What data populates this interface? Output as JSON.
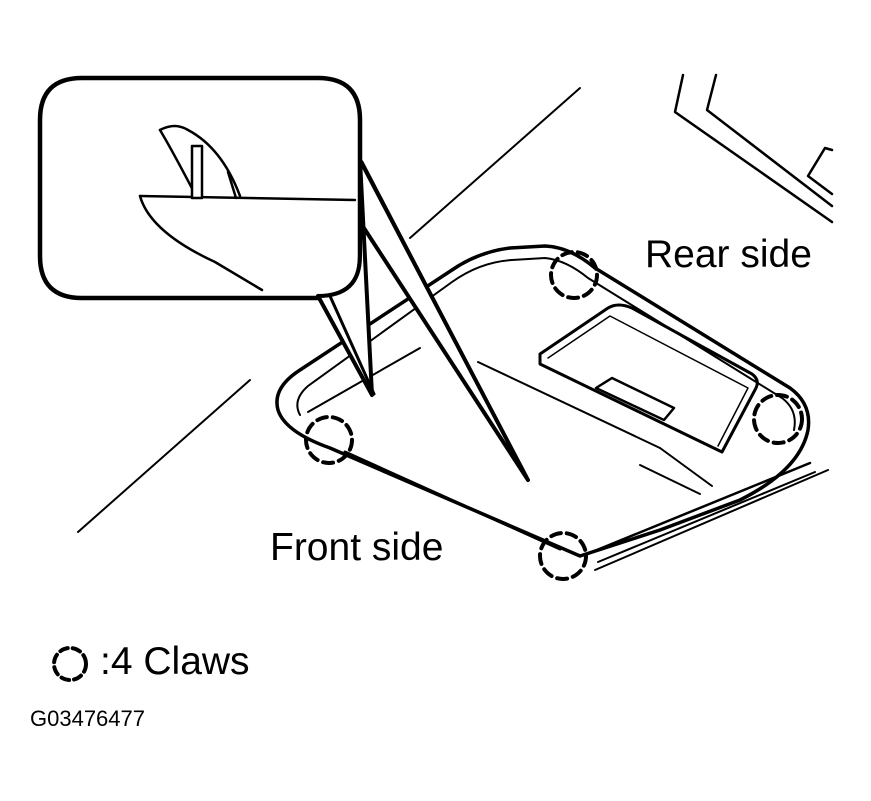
{
  "diagram": {
    "labels": {
      "rear_side": "Rear side",
      "front_side": "Front side",
      "legend": ":4 Claws",
      "figure_code": "G03476477"
    },
    "legend_symbol": "dashed-circle-claw-icon",
    "claw_count": 4,
    "colors": {
      "ink": "#000000",
      "background": "#ffffff"
    }
  }
}
